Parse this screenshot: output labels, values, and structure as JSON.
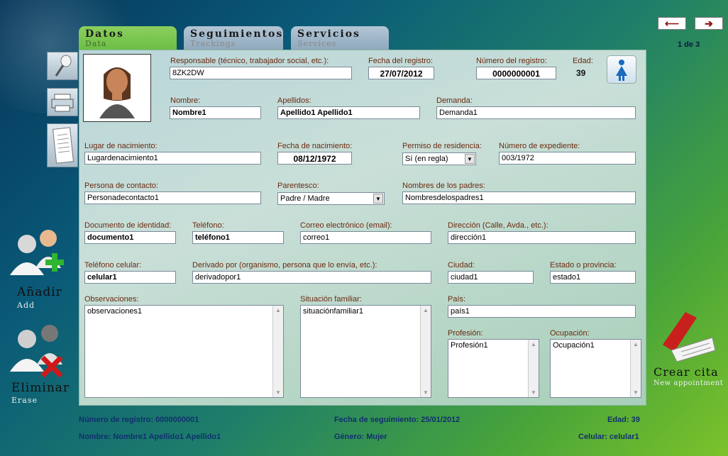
{
  "tabs": [
    {
      "label": "Datos",
      "sub": "Data"
    },
    {
      "label": "Seguimientos",
      "sub": "Trackings"
    },
    {
      "label": "Servicios",
      "sub": "Services"
    }
  ],
  "nav": {
    "prev": "⟵",
    "next": "➔",
    "page_indicator": "1 de 3"
  },
  "form": {
    "responsable": {
      "label": "Responsable (técnico, trabajador social, etc.):",
      "value": "8ZK2DW"
    },
    "fecha_registro": {
      "label": "Fecha del registro:",
      "value": "27/07/2012"
    },
    "numero_registro": {
      "label": "Número del registro:",
      "value": "0000000001"
    },
    "edad": {
      "label": "Edad:",
      "value": "39"
    },
    "nombre": {
      "label": "Nombre:",
      "value": "Nombre1"
    },
    "apellidos": {
      "label": "Apellidos:",
      "value": "Apellido1 Apellido1"
    },
    "demanda": {
      "label": "Demanda:",
      "value": "Demanda1"
    },
    "lugar_nacimiento": {
      "label": "Lugar de nacimiento:",
      "value": "Lugardenacimiento1"
    },
    "fecha_nacimiento": {
      "label": "Fecha de nacimiento:",
      "value": "08/12/1972"
    },
    "permiso_residencia": {
      "label": "Permiso de residencia:",
      "value": "Sí (en regla)"
    },
    "numero_expediente": {
      "label": "Número de expediente:",
      "value": "003/1972"
    },
    "persona_contacto": {
      "label": "Persona de contacto:",
      "value": "Personadecontacto1"
    },
    "parentesco": {
      "label": "Parentesco:",
      "value": "Padre / Madre"
    },
    "nombres_padres": {
      "label": "Nombres de los padres:",
      "value": "Nombresdelospadres1"
    },
    "documento": {
      "label": "Documento de identidad:",
      "value": "documento1"
    },
    "telefono": {
      "label": "Teléfono:",
      "value": "teléfono1"
    },
    "correo": {
      "label": "Correo electrónico (email):",
      "value": "correo1"
    },
    "direccion": {
      "label": "Dirección (Calle, Avda., etc.):",
      "value": "dirección1"
    },
    "telefono_celular": {
      "label": "Teléfono celular:",
      "value": "celular1"
    },
    "derivado_por": {
      "label": "Derivado por (organismo, persona que lo envía, etc.):",
      "value": "derivadopor1"
    },
    "ciudad": {
      "label": "Ciudad:",
      "value": "ciudad1"
    },
    "estado": {
      "label": "Estado o provincia:",
      "value": "estado1"
    },
    "observaciones": {
      "label": "Observaciones:",
      "value": "observaciones1"
    },
    "situacion_familiar": {
      "label": "Situación familiar:",
      "value": "situaciónfamiliar1"
    },
    "pais": {
      "label": "País:",
      "value": "país1"
    },
    "profesion": {
      "label": "Profesión:",
      "value": "Profesión1"
    },
    "ocupacion": {
      "label": "Ocupación:",
      "value": "Ocupación1"
    }
  },
  "actions": {
    "add": {
      "label": "Añadir",
      "sub": "Add"
    },
    "erase": {
      "label": "Eliminar",
      "sub": "Erase"
    },
    "appointment": {
      "label": "Crear cita",
      "sub": "New appointment"
    }
  },
  "footer": {
    "numero_registro": "Número de registro: 0000000001",
    "fecha_seguimiento": "Fecha de seguimiento: 25/01/2012",
    "edad": "Edad: 39",
    "nombre": "Nombre: Nombre1 Apellido1 Apellido1",
    "genero": "Género: Mujer",
    "celular": "Celular: celular1"
  },
  "icons": {
    "edit": "pen-icon",
    "print": "printer-icon",
    "document": "document-icon",
    "gender": "female-icon",
    "photo": "person-avatar-icon"
  }
}
